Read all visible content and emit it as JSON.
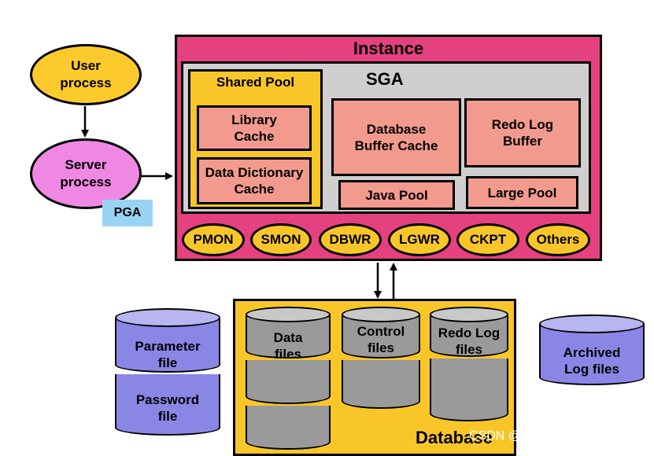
{
  "user_process": {
    "line1": "User",
    "line2": "process"
  },
  "server_process": {
    "line1": "Server",
    "line2": "process"
  },
  "pga": "PGA",
  "instance": {
    "title": "Instance"
  },
  "sga": {
    "title": "SGA",
    "shared_pool": {
      "title": "Shared Pool",
      "library_cache": {
        "line1": "Library",
        "line2": "Cache"
      },
      "data_dictionary_cache": {
        "line1": "Data Dictionary",
        "line2": "Cache"
      }
    },
    "database_buffer_cache": {
      "line1": "Database",
      "line2": "Buffer Cache"
    },
    "redo_log_buffer": {
      "line1": "Redo Log",
      "line2": "Buffer"
    },
    "java_pool": "Java Pool",
    "large_pool": "Large Pool"
  },
  "background_processes": [
    "PMON",
    "SMON",
    "DBWR",
    "LGWR",
    "CKPT",
    "Others"
  ],
  "database": {
    "title": "Database",
    "data_files": {
      "line1": "Data",
      "line2": "files"
    },
    "control_files": {
      "line1": "Control",
      "line2": "files"
    },
    "redo_log_files": {
      "line1": "Redo Log",
      "line2": "files"
    }
  },
  "parameter_file": {
    "line1": "Parameter",
    "line2": "file"
  },
  "password_file": {
    "line1": "Password",
    "line2": "file"
  },
  "archived_log_files": {
    "line1": "Archived",
    "line2": "Log files"
  },
  "watermark": "CSDN @Daniel521-Spark",
  "colors": {
    "instance": "#e5407f",
    "sga": "#cfcfcf",
    "yellow": "#f9c62a",
    "pink_box": "#f39a8e",
    "server": "#ee88e3",
    "pga": "#99d3f3",
    "disk_gray": "#9a9a9a",
    "disk_purple": "#8a86e6"
  }
}
